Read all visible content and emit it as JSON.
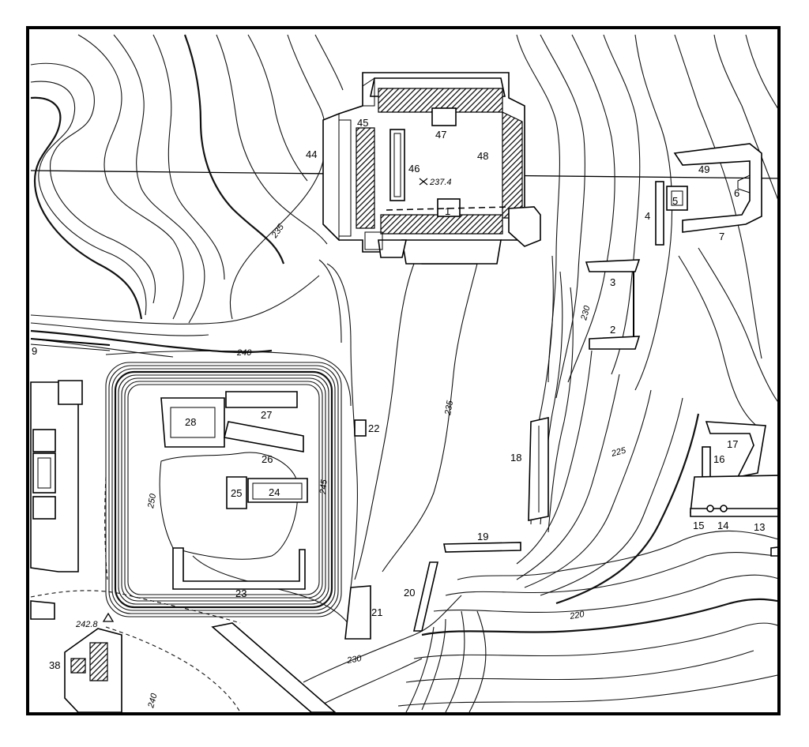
{
  "structures": [
    {
      "id": "s1",
      "label": "1"
    },
    {
      "id": "s2",
      "label": "2"
    },
    {
      "id": "s3",
      "label": "3"
    },
    {
      "id": "s4",
      "label": "4"
    },
    {
      "id": "s5",
      "label": "5"
    },
    {
      "id": "s6",
      "label": "6"
    },
    {
      "id": "s7",
      "label": "7"
    },
    {
      "id": "s9",
      "label": "9"
    },
    {
      "id": "s13",
      "label": "13"
    },
    {
      "id": "s14",
      "label": "14"
    },
    {
      "id": "s15",
      "label": "15"
    },
    {
      "id": "s16",
      "label": "16"
    },
    {
      "id": "s17",
      "label": "17"
    },
    {
      "id": "s18",
      "label": "18"
    },
    {
      "id": "s19",
      "label": "19"
    },
    {
      "id": "s20",
      "label": "20"
    },
    {
      "id": "s21",
      "label": "21"
    },
    {
      "id": "s22",
      "label": "22"
    },
    {
      "id": "s23",
      "label": "23"
    },
    {
      "id": "s24",
      "label": "24"
    },
    {
      "id": "s25",
      "label": "25"
    },
    {
      "id": "s26",
      "label": "26"
    },
    {
      "id": "s27",
      "label": "27"
    },
    {
      "id": "s28",
      "label": "28"
    },
    {
      "id": "s38",
      "label": "38"
    },
    {
      "id": "s44",
      "label": "44"
    },
    {
      "id": "s45",
      "label": "45"
    },
    {
      "id": "s46",
      "label": "46"
    },
    {
      "id": "s47",
      "label": "47"
    },
    {
      "id": "s48",
      "label": "48"
    },
    {
      "id": "s49",
      "label": "49"
    }
  ],
  "elevations": {
    "c240a": "240",
    "c235a": "235",
    "c230a": "230",
    "c235b": "235",
    "c225": "225",
    "c245": "245",
    "c250": "250",
    "c220": "220",
    "c230b": "230",
    "c240b": "240"
  },
  "spot_heights": {
    "h1": "237.4",
    "h2": "242.8"
  }
}
